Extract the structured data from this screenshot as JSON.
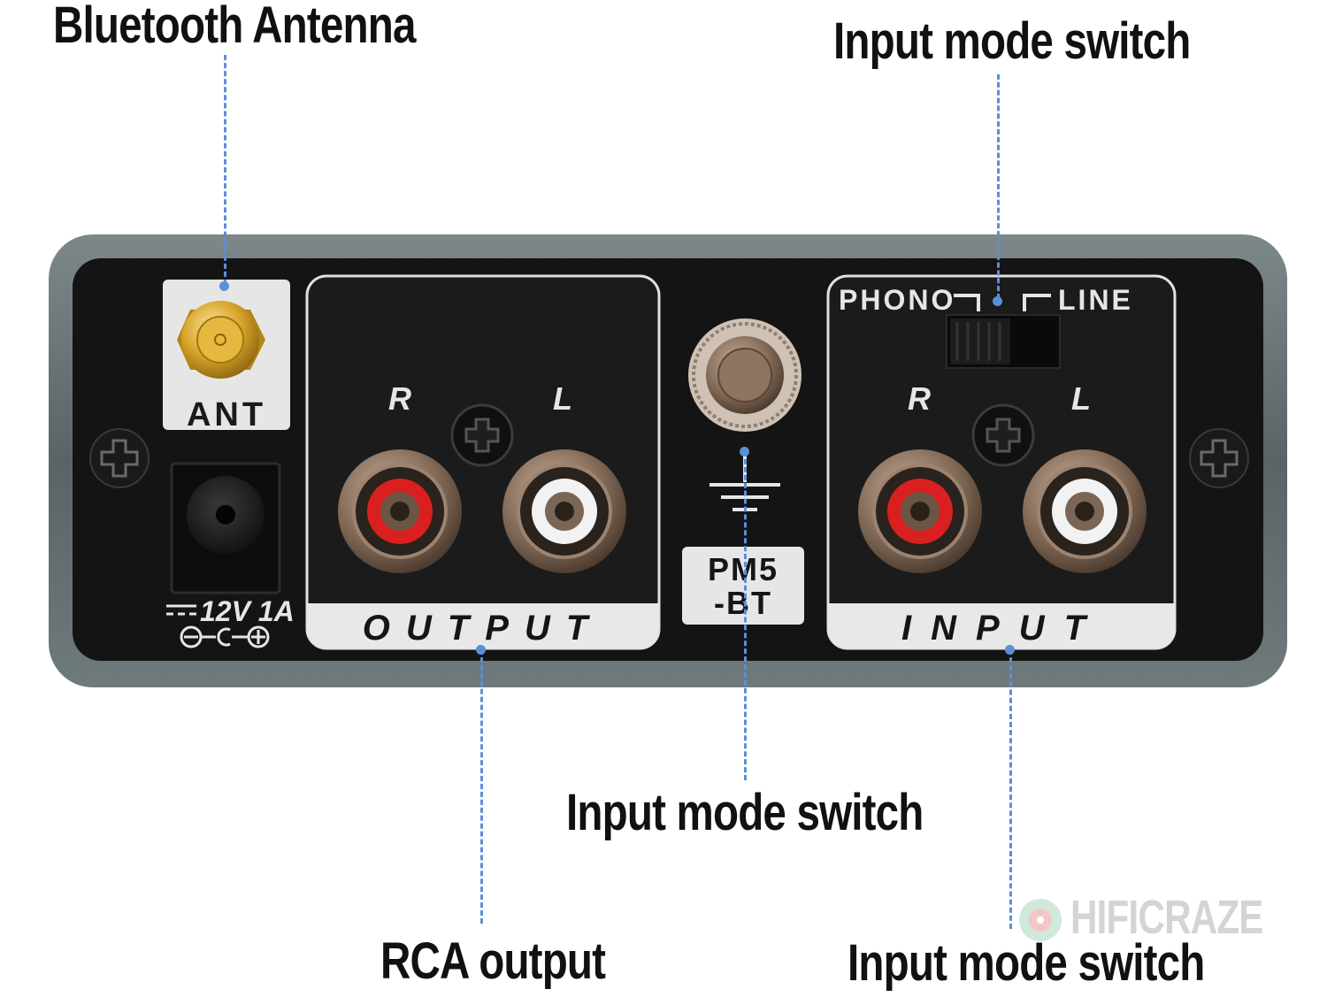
{
  "callouts": {
    "bluetooth_antenna": "Bluetooth Antenna",
    "input_switch_top": "Input mode switch",
    "input_switch_middle": "Input mode switch",
    "rca_output": "RCA output",
    "input_switch_bottom": "Input mode switch"
  },
  "panel": {
    "ant_label": "ANT",
    "power_label": "12V 1A",
    "switch_left_label": "PHONO",
    "switch_right_label": "LINE",
    "output_r": "R",
    "output_l": "L",
    "output_label": "OUTPUT",
    "input_r": "R",
    "input_l": "L",
    "input_label": "INPUT",
    "model_line1": "PM5",
    "model_line2": "-BT"
  },
  "watermark": "HIFICRAZE",
  "colors": {
    "leader": "#5b8fd8",
    "chassis": "#5f6a6c",
    "faceplate": "#141414",
    "rca_red": "#d91f1f",
    "rca_white": "#f2f2f2",
    "brass": "#d6a328"
  },
  "icons": [
    "screw-icon",
    "ground-symbol-icon",
    "dc-polarity-icon",
    "dc-symbol-icon",
    "watermark-logo-icon"
  ]
}
